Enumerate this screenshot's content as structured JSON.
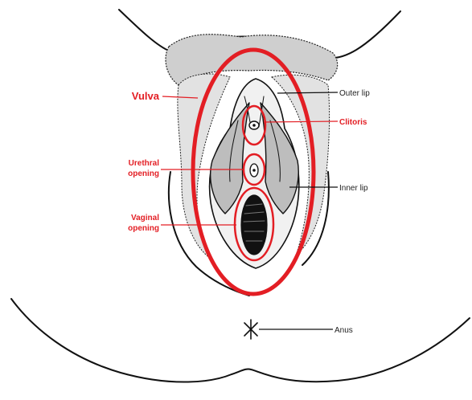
{
  "labels": {
    "vulva": "Vulva",
    "outer_lip": "Outer lip",
    "clitoris": "Clitoris",
    "urethral_line1": "Urethral",
    "urethral_line2": "opening",
    "inner_lip": "Inner lip",
    "vaginal_line1": "Vaginal",
    "vaginal_line2": "opening",
    "anus": "Anus"
  },
  "colors": {
    "highlight": "#e31e24",
    "ink": "#111111"
  }
}
